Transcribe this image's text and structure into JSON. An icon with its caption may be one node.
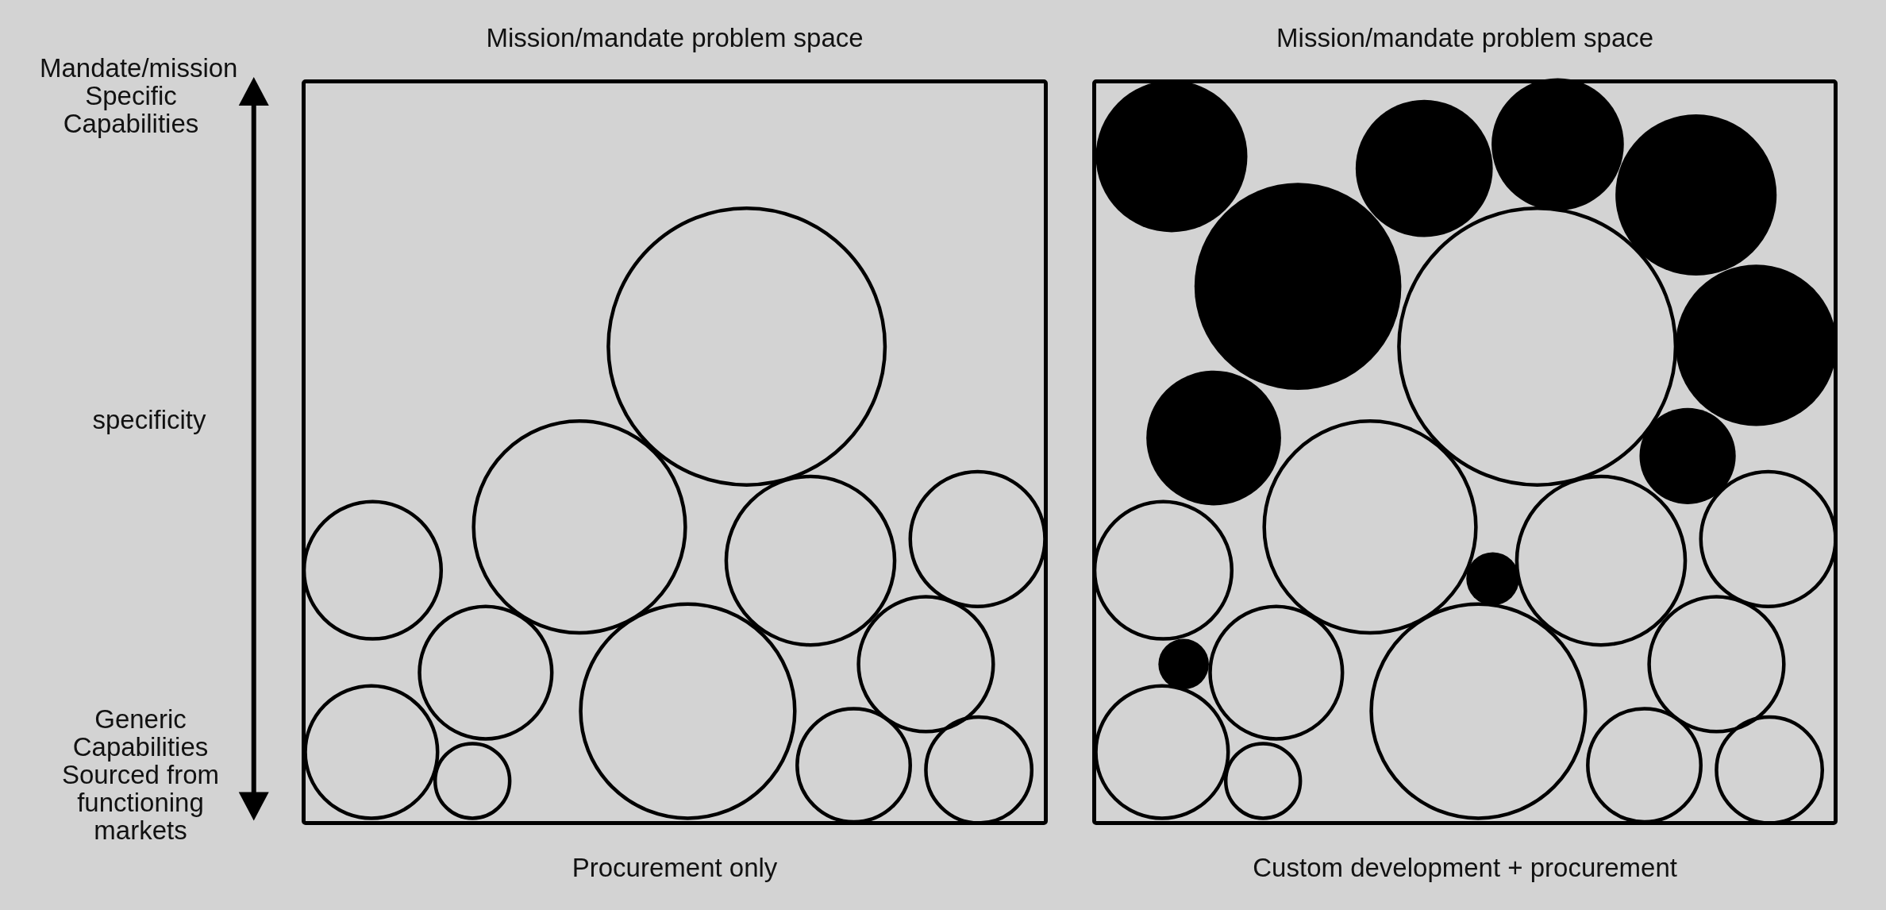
{
  "diagram": {
    "nodes": [
      {
        "text": [
          "Mission/mandate problem space"
        ],
        "beside": [
          "Procurement only"
        ]
      },
      {
        "text": [
          "Mission/mandate problem space"
        ],
        "beside": [
          "Custom development + procurement"
        ]
      }
    ],
    "labels": [
      "Mandate/mission Specific Capabilities",
      "specificity",
      "Generic Capabilities Sourced from functioning markets"
    ]
  }
}
